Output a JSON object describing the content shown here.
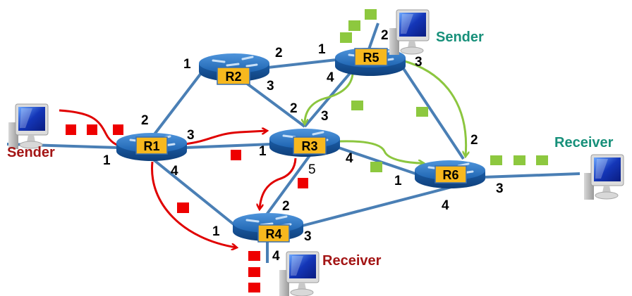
{
  "colors": {
    "link": "#4a7fb5",
    "red_flow": "#e00000",
    "green_flow": "#8cc63f",
    "red_packet": "#ee0000",
    "green_packet": "#8dc83f",
    "router_body": "#1f68b8",
    "router_label_bg": "#f7b81e",
    "sender_red_text": "#a31515",
    "green_text": "#17907a"
  },
  "routers": [
    {
      "id": "R1",
      "label": "R1"
    },
    {
      "id": "R2",
      "label": "R2"
    },
    {
      "id": "R3",
      "label": "R3"
    },
    {
      "id": "R4",
      "label": "R4"
    },
    {
      "id": "R5",
      "label": "R5"
    },
    {
      "id": "R6",
      "label": "R6"
    }
  ],
  "hosts": [
    {
      "id": "sender-red",
      "label": "Sender",
      "role": "sender",
      "group": "red"
    },
    {
      "id": "receiver-red",
      "label": "Receiver",
      "role": "receiver",
      "group": "red"
    },
    {
      "id": "sender-green",
      "label": "Sender",
      "role": "sender",
      "group": "green"
    },
    {
      "id": "receiver-green",
      "label": "Receiver",
      "role": "receiver",
      "group": "green"
    }
  ],
  "ports": {
    "R1": [
      "1",
      "2",
      "3",
      "4"
    ],
    "R2": [
      "1",
      "2",
      "3"
    ],
    "R3": [
      "1",
      "2",
      "3",
      "4",
      "5"
    ],
    "R4": [
      "1",
      "2",
      "3",
      "4"
    ],
    "R5": [
      "1",
      "2",
      "3",
      "4"
    ],
    "R6": [
      "1",
      "2",
      "3",
      "4"
    ]
  },
  "links": [
    {
      "from": "sender-red",
      "to": "R1:1"
    },
    {
      "from": "R1:2",
      "to": "R2:1"
    },
    {
      "from": "R1:3",
      "to": "R3:1"
    },
    {
      "from": "R1:4",
      "to": "R4:1"
    },
    {
      "from": "R2:2",
      "to": "R5:1"
    },
    {
      "from": "R2:3",
      "to": "R3:2"
    },
    {
      "from": "R5:4",
      "to": "R3:3"
    },
    {
      "from": "R5:3",
      "to": "R6:2"
    },
    {
      "from": "R3:4",
      "to": "R6:1"
    },
    {
      "from": "R3:5",
      "to": "R4:2"
    },
    {
      "from": "R4:3",
      "to": "R6:4"
    },
    {
      "from": "R4:4",
      "to": "receiver-red"
    },
    {
      "from": "R5:2",
      "to": "sender-green"
    },
    {
      "from": "R6:3",
      "to": "receiver-green"
    }
  ],
  "flows": {
    "red": {
      "path": [
        "sender-red",
        "R1",
        "R3",
        "R4",
        "receiver-red"
      ],
      "also": [
        "R1",
        "R4"
      ]
    },
    "green": {
      "path": [
        "sender-green",
        "R5",
        "R3",
        "R6",
        "receiver-green"
      ],
      "also": [
        "R5",
        "R6"
      ]
    }
  }
}
